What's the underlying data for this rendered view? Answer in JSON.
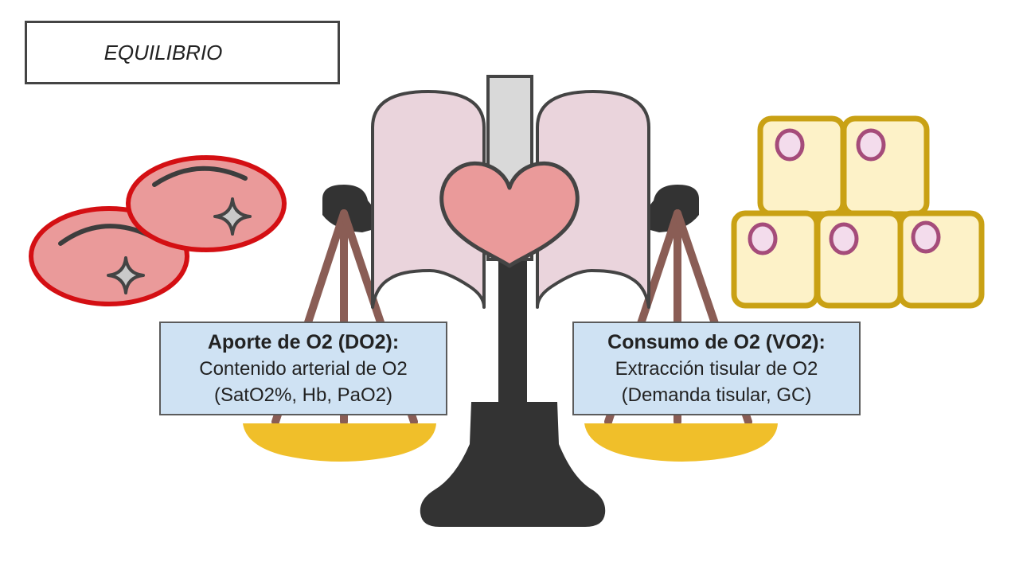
{
  "title": "EQUILIBRIO",
  "left_label": {
    "heading": "Aporte de O2 (DO2):",
    "line1": "Contenido arterial de O2",
    "line2": "(SatO2%, Hb, PaO2)"
  },
  "right_label": {
    "heading": "Consumo de O2 (VO2):",
    "line1": "Extracción tisular de O2",
    "line2": "(Demanda tisular, GC)"
  },
  "icons": {
    "left": "red-blood-cells-icon",
    "center": "balance-scale-icon",
    "center_top": "lungs-icon",
    "center_mid": "heart-icon",
    "right": "tissue-cells-icon"
  },
  "colors": {
    "rbc_fill": "#ea9a9a",
    "rbc_stroke": "#d40f13",
    "scale_dark": "#333333",
    "scale_strings": "#8a5d55",
    "pan_gold": "#f0bf2a",
    "lung_fill": "#ead4dc",
    "heart_fill": "#ea9a9a",
    "cell_fill": "#fdf2c8",
    "cell_stroke": "#c9a114",
    "nucleus_fill": "#f3dcec",
    "nucleus_stroke": "#a54c7a",
    "label_fill": "#cfe2f3"
  }
}
